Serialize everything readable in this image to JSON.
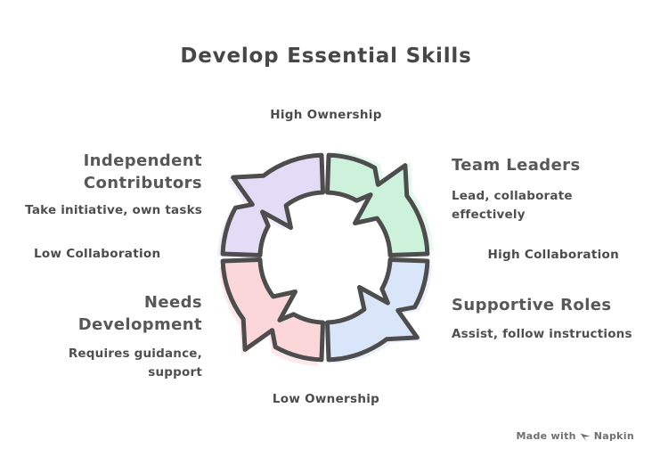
{
  "title": "Develop Essential Skills",
  "axis_labels": {
    "top": "High Ownership",
    "bottom": "Low Ownership",
    "left": "Low Collaboration",
    "right": "High Collaboration"
  },
  "quadrants": [
    {
      "position": "top-left",
      "heading": "Independent\nContributors",
      "description": "Take initiative, own tasks",
      "color": "#e2dcf7"
    },
    {
      "position": "top-right",
      "heading": "Team Leaders",
      "description": "Lead, collaborate\neffectively",
      "color": "#cdf2db"
    },
    {
      "position": "bottom-right",
      "heading": "Supportive Roles",
      "description": "Assist, follow instructions",
      "color": "#d9e6fa"
    },
    {
      "position": "bottom-left",
      "heading": "Needs\nDevelopment",
      "description": "Requires guidance,\nsupport",
      "color": "#fcd7d9"
    }
  ],
  "watermark": {
    "prefix": "Made with",
    "brand": "Napkin"
  },
  "colors": {
    "outline": "#4d4d4d",
    "title_text": "#474747",
    "heading_text": "#585858",
    "body_text": "#4f4f4f",
    "axis_text": "#4b4b4b",
    "watermark_text": "#6f6f6f"
  }
}
